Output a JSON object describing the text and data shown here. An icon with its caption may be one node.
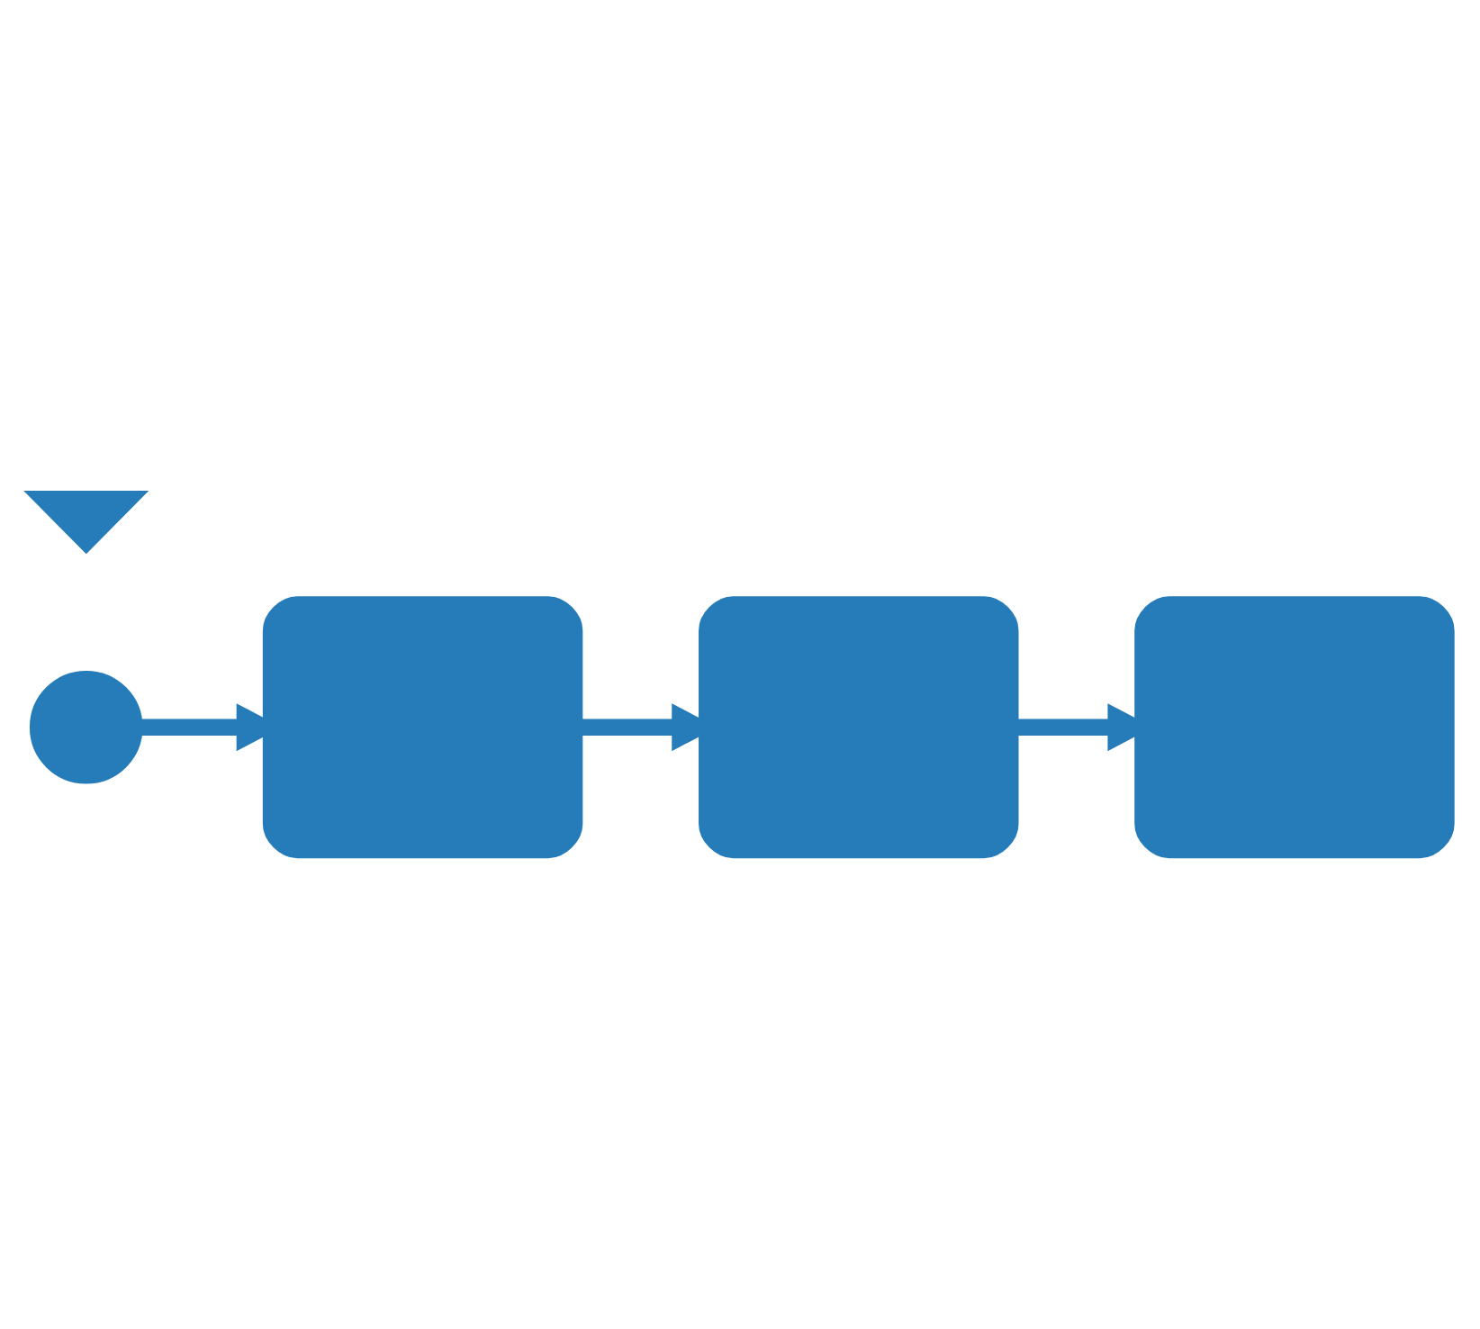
{
  "diagram": {
    "nodes": [
      {
        "text": [],
        "shape": "box"
      },
      {
        "text": [],
        "shape": "box"
      },
      {
        "text": [],
        "shape": "box"
      },
      {
        "text": [],
        "shape": "circle"
      },
      {
        "text": [],
        "shape": "checkmark"
      }
    ],
    "edges": [
      {
        "from": 3,
        "to": 0,
        "arrow": "to"
      },
      {
        "from": 0,
        "to": 1,
        "arrow": "to"
      },
      {
        "from": 1,
        "to": 2,
        "arrow": "to"
      }
    ]
  }
}
